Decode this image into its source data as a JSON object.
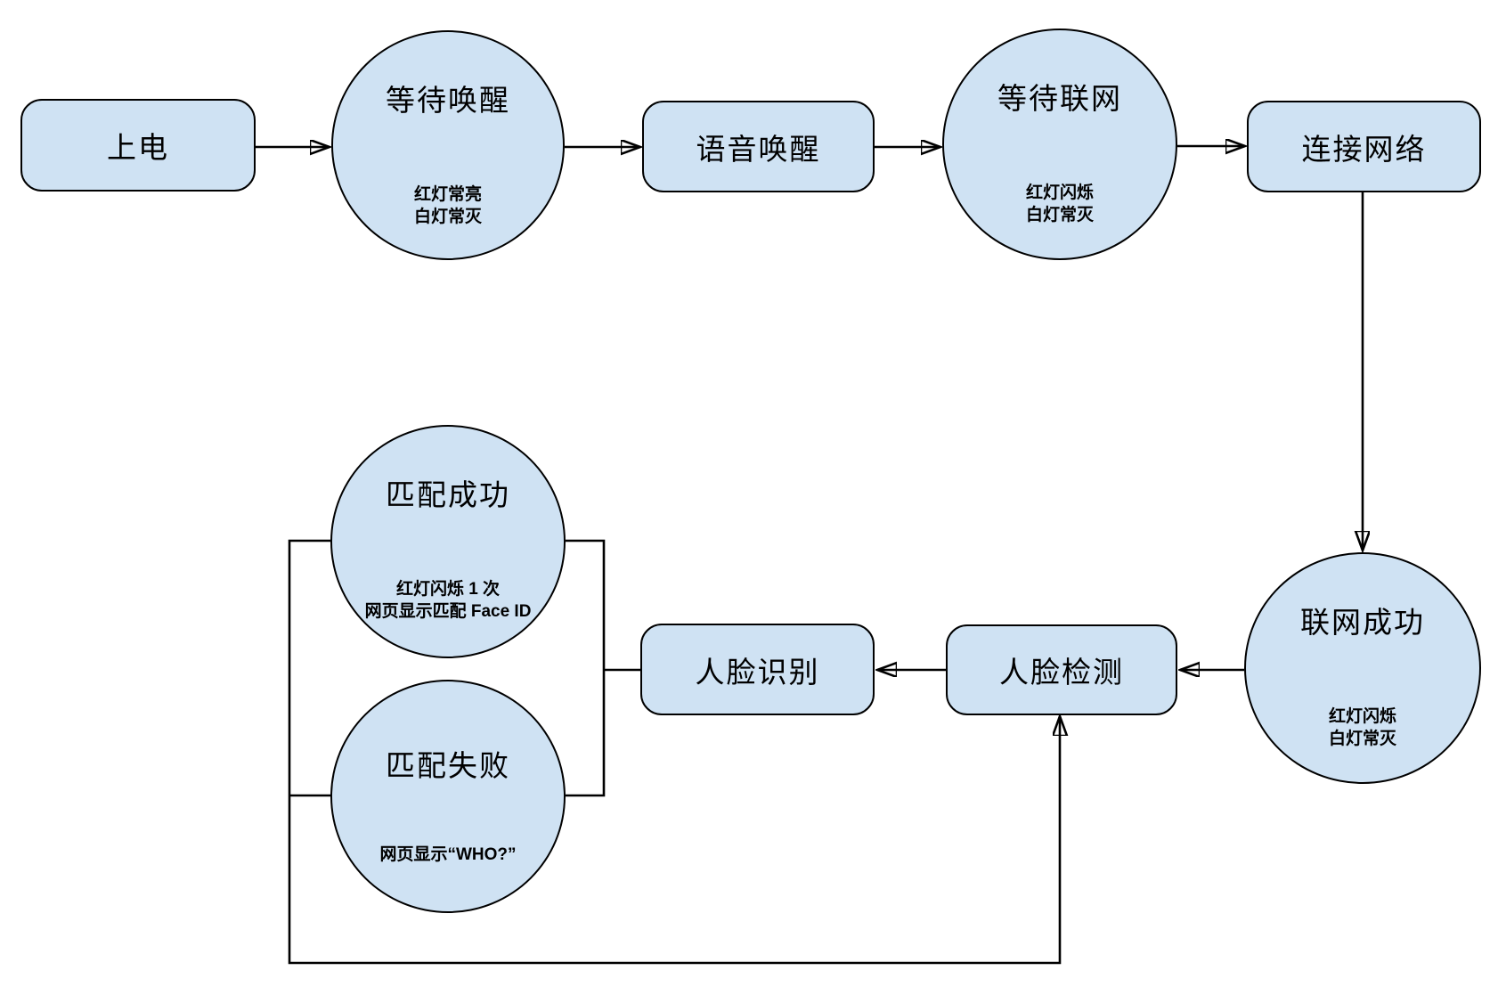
{
  "diagram": {
    "background_color": "#ffffff",
    "node_fill_color": "#cfe2f3",
    "node_border_color": "#000000",
    "connector_color": "#000000",
    "nodes": {
      "power_on": {
        "shape": "rect",
        "label": "上电"
      },
      "wait_wake": {
        "shape": "circle",
        "label": "等待唤醒",
        "notes": [
          "红灯常亮",
          "白灯常灭"
        ]
      },
      "voice_wake": {
        "shape": "rect",
        "label": "语音唤醒"
      },
      "wait_network": {
        "shape": "circle",
        "label": "等待联网",
        "notes": [
          "红灯闪烁",
          "白灯常灭"
        ]
      },
      "connect_network": {
        "shape": "rect",
        "label": "连接网络"
      },
      "network_success": {
        "shape": "circle",
        "label": "联网成功",
        "notes": [
          "红灯闪烁",
          "白灯常灭"
        ]
      },
      "face_detect": {
        "shape": "rect",
        "label": "人脸检测"
      },
      "face_recognize": {
        "shape": "rect",
        "label": "人脸识别"
      },
      "match_success": {
        "shape": "circle",
        "label": "匹配成功",
        "notes": [
          "红灯闪烁 1 次",
          "网页显示匹配 Face ID"
        ]
      },
      "match_fail": {
        "shape": "circle",
        "label": "匹配失败",
        "notes": [
          "网页显示“WHO?”"
        ]
      }
    }
  }
}
